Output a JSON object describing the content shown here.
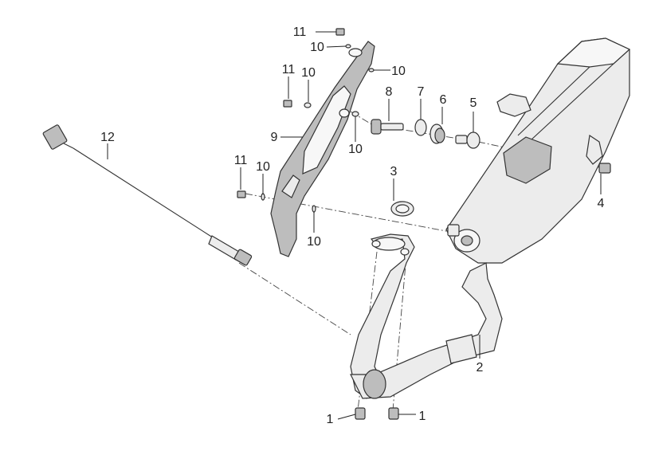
{
  "callouts": {
    "c1a": "1",
    "c1b": "1",
    "c2": "2",
    "c3": "3",
    "c4": "4",
    "c5": "5",
    "c6": "6",
    "c7": "7",
    "c8": "8",
    "c9": "9",
    "c10a": "10",
    "c10b": "10",
    "c10c": "10",
    "c10d": "10",
    "c10e": "10",
    "c10f": "10",
    "c11a": "11",
    "c11b": "11",
    "c11c": "11",
    "c12": "12"
  },
  "colors": {
    "line": "#333333",
    "part_fill": "#ececec",
    "part_shade": "#bdbdbd",
    "background": "#ffffff"
  }
}
